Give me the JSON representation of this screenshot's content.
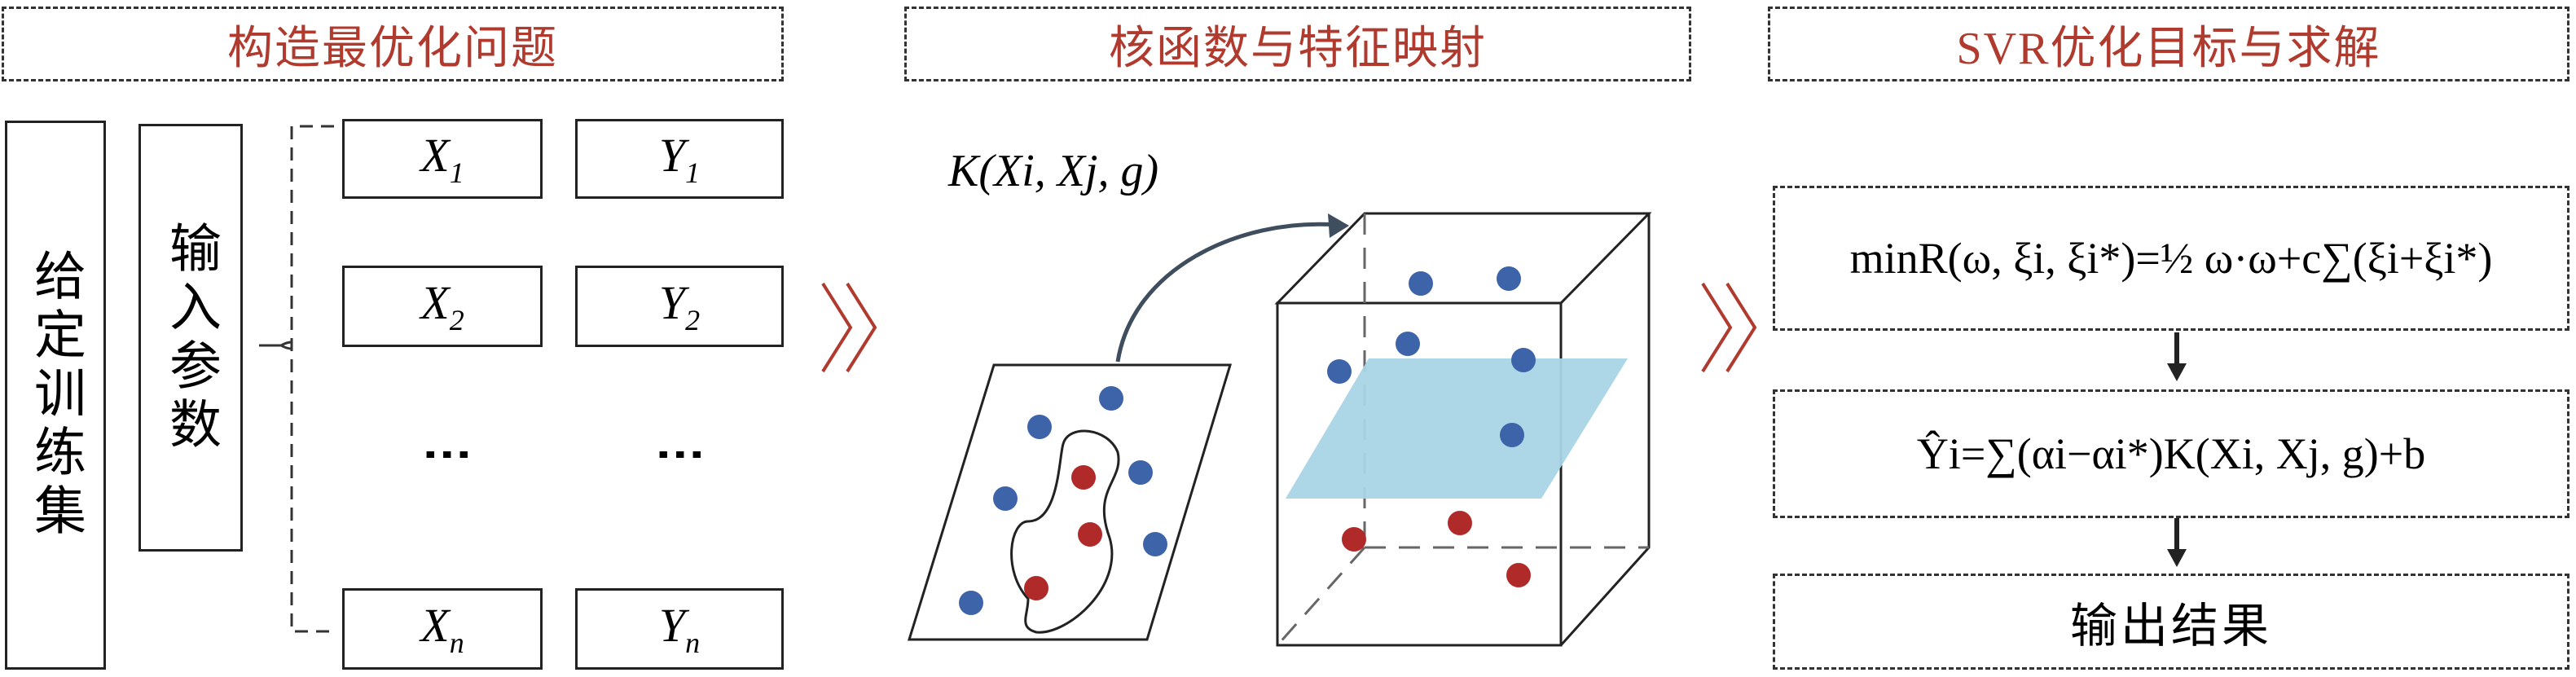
{
  "headers": {
    "problem": "构造最优化问题",
    "kernel": "核函数与特征映射",
    "svr": "SVR优化目标与求解"
  },
  "left": {
    "training_set": "给定训练集",
    "input_params": "输入参数",
    "rows": [
      {
        "x": "X",
        "x_sub": "1",
        "y": "Y",
        "y_sub": "1"
      },
      {
        "x": "X",
        "x_sub": "2",
        "y": "Y",
        "y_sub": "2"
      },
      {
        "x": "X",
        "x_sub": "n",
        "y": "Y",
        "y_sub": "n"
      }
    ],
    "ellipsis": "⋮"
  },
  "middle": {
    "kernel_label": "K(Xi, Xj, g)"
  },
  "right": {
    "formula1": "minR(ω, ξi, ξi*)=½ ω·ω+c∑(ξi+ξi*)",
    "formula2": "Ŷi=∑(αi−αi*)K(Xi, Xj, g)+b",
    "output": "输出结果"
  },
  "colors": {
    "header_text": "#b03a2e",
    "blue_point": "#3d63a8",
    "red_point": "#b02a2a",
    "plane": "#a9d4e6",
    "chevron": "#b03a2e"
  }
}
